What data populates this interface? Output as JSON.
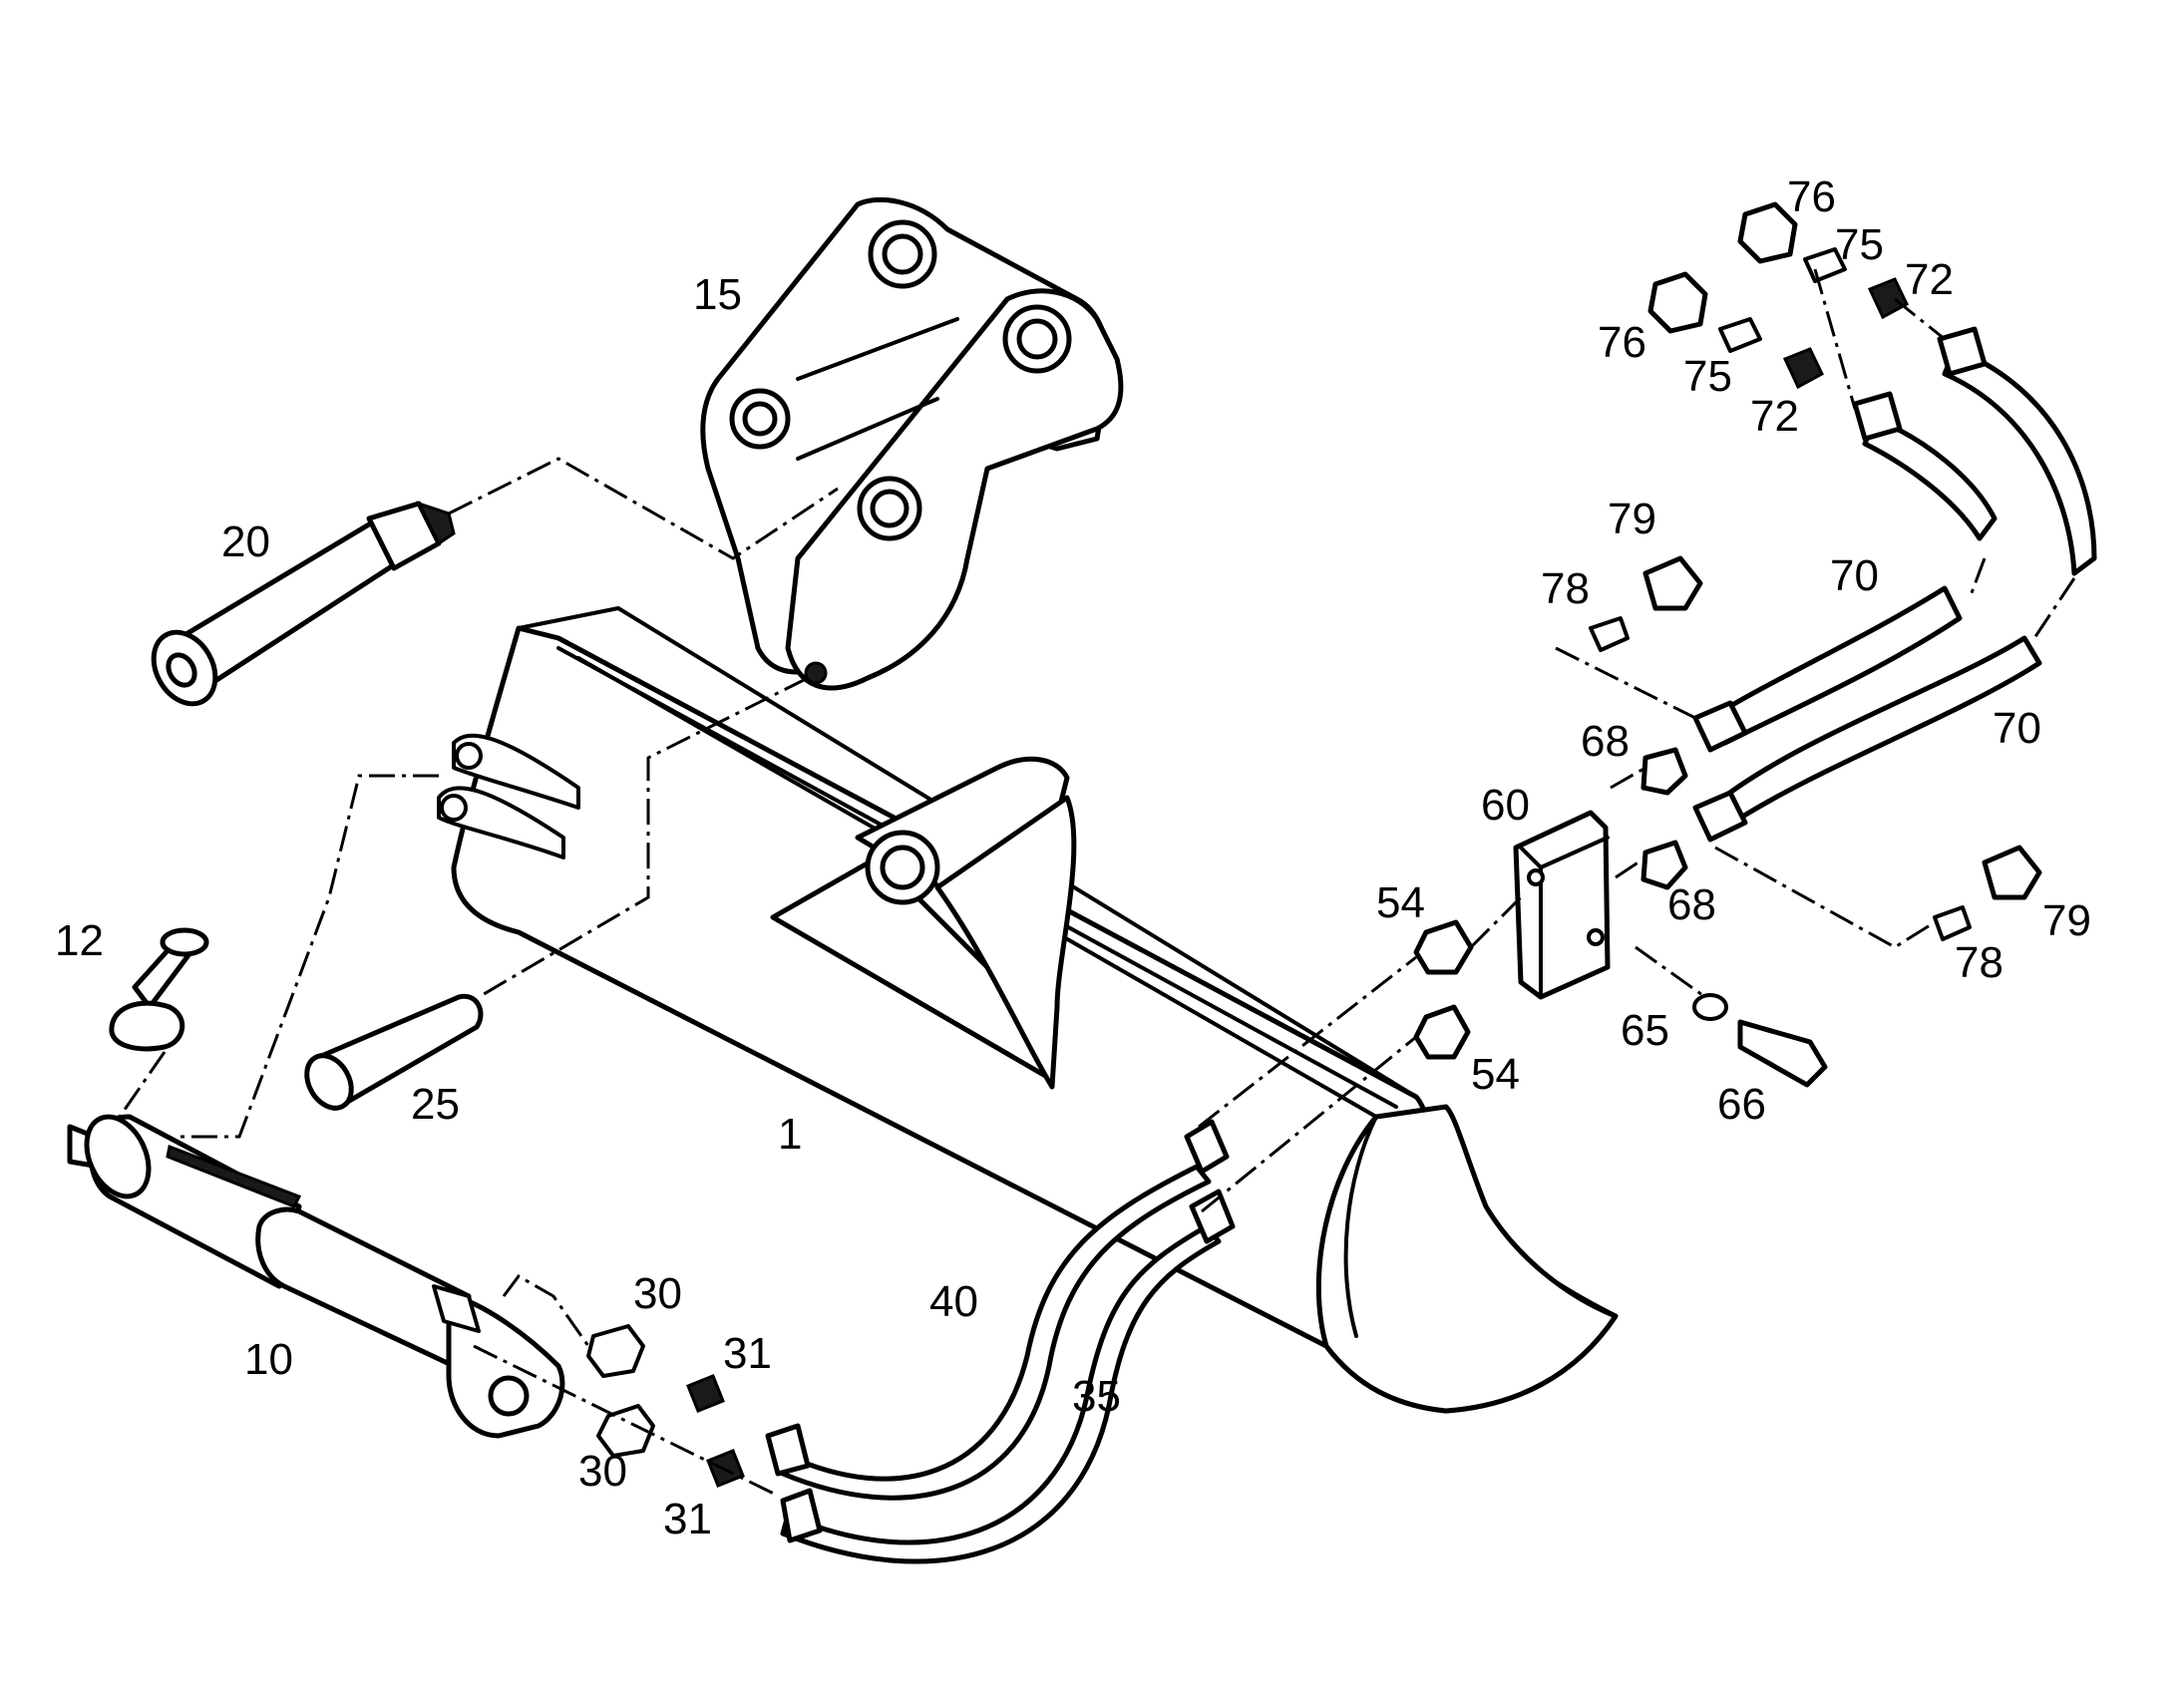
{
  "callouts": {
    "c1": "1",
    "c10": "10",
    "c12": "12",
    "c15": "15",
    "c20": "20",
    "c25": "25",
    "c30a": "30",
    "c30b": "30",
    "c31a": "31",
    "c31b": "31",
    "c35": "35",
    "c40": "40",
    "c54a": "54",
    "c54b": "54",
    "c60": "60",
    "c65": "65",
    "c66": "66",
    "c68a": "68",
    "c68b": "68",
    "c70a": "70",
    "c70b": "70",
    "c72a": "72",
    "c72b": "72",
    "c75a": "75",
    "c75b": "75",
    "c76a": "76",
    "c76b": "76",
    "c78a": "78",
    "c78b": "78",
    "c79a": "79",
    "c79b": "79"
  },
  "colors": {
    "line": "#000000",
    "background": "#ffffff",
    "shade": "#bdbdbd"
  }
}
